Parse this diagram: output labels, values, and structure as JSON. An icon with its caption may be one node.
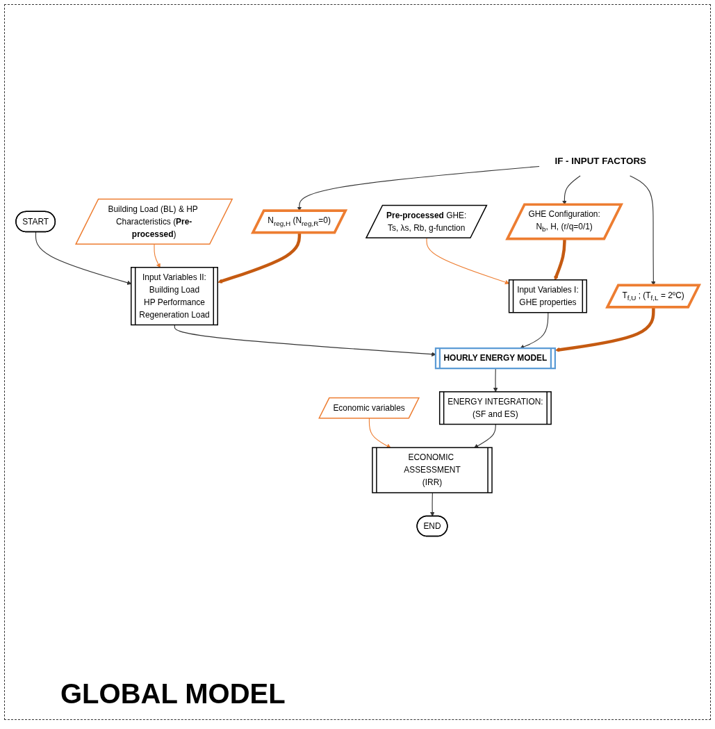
{
  "diagram": {
    "nodes": [
      {
        "text": [
          "START"
        ]
      },
      {
        "text": [
          "Building Load (BL) & HP Characteristics (**Pre-processed**)"
        ]
      },
      {
        "text": [
          "N$_{reg,H}$ (N$_{reg,R}$=0)"
        ]
      },
      {
        "text": [
          "Input Variables II:",
          "Building Load",
          "HP Performance",
          "Regeneration Load"
        ]
      },
      {
        "text": [
          "IF - INPUT FACTORS"
        ]
      },
      {
        "text": [
          "**Pre-processed** GHE:",
          "Ts, λs, Rb, g-function"
        ]
      },
      {
        "text": [
          "GHE Configuration:",
          "N$_{b}$, H, (r/q=0/1)"
        ]
      },
      {
        "text": [
          "Input Variables I:",
          "GHE properties"
        ]
      },
      {
        "text": [
          "T$_{f,U}$ ; (T$_{f,L}$ = 2ºC)"
        ]
      },
      {
        "text": [
          "HOURLY ENERGY MODEL"
        ]
      },
      {
        "text": [
          "Economic variables"
        ]
      },
      {
        "text": [
          "ENERGY INTEGRATION:",
          "(SF and ES)"
        ]
      },
      {
        "text": [
          "ECONOMIC ASSESSMENT",
          "(IRR)"
        ]
      },
      {
        "text": [
          "END"
        ]
      }
    ],
    "edges": [
      {
        "from": 0,
        "to": 3,
        "arrow": "to"
      },
      {
        "from": 1,
        "to": 3,
        "arrow": "to",
        "color": "#ed7d31"
      },
      {
        "from": 2,
        "to": 3,
        "arrow": "to",
        "style": "thick",
        "color": "#c55a11"
      },
      {
        "from": 4,
        "to": 2,
        "arrow": "to"
      },
      {
        "from": 4,
        "to": 6,
        "arrow": "to"
      },
      {
        "from": 4,
        "to": 8,
        "arrow": "to"
      },
      {
        "from": 3,
        "to": 9,
        "arrow": "to"
      },
      {
        "from": 5,
        "to": 7,
        "arrow": "to",
        "color": "#ed7d31"
      },
      {
        "from": 6,
        "to": 7,
        "arrow": "to",
        "style": "thick",
        "color": "#c55a11"
      },
      {
        "from": 7,
        "to": 9,
        "arrow": "to"
      },
      {
        "from": 8,
        "to": 9,
        "arrow": "to",
        "style": "thick",
        "color": "#c55a11"
      },
      {
        "from": 9,
        "to": 11,
        "arrow": "to"
      },
      {
        "from": 10,
        "to": 12,
        "arrow": "to",
        "color": "#ed7d31"
      },
      {
        "from": 11,
        "to": 12,
        "arrow": "to"
      },
      {
        "from": 12,
        "to": 13,
        "arrow": "to"
      }
    ],
    "labels": [
      "GLOBAL MODEL"
    ]
  }
}
